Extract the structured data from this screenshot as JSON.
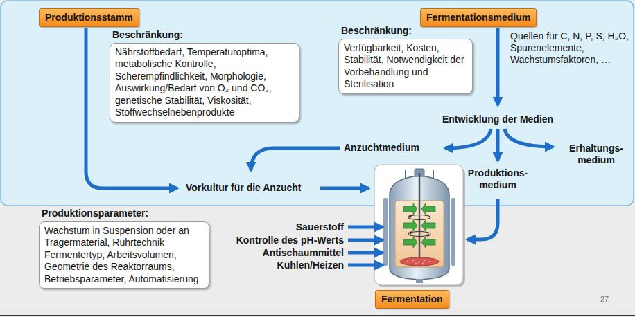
{
  "diagram": {
    "nodes": [
      {
        "text": [
          "Produktionsstamm"
        ]
      },
      {
        "text": [
          "Fermentationsmedium"
        ]
      },
      {
        "text": [
          "Beschränkung:",
          "Nährstoffbedarf, Temperaturoptima, metabolische Kontrolle, Scherempfindlichkeit, Morphologie, Auswirkung/Bedarf von O₂ und CO₂, genetische Stabilität, Viskosität, Stoffwechselnebenprodukte"
        ]
      },
      {
        "text": [
          "Beschränkung:",
          "Verfügbarkeit, Kosten, Stabilität, Notwendigkeit der Vorbehandlung und Sterilisation"
        ]
      },
      {
        "text": [
          "Produktionsparameter:",
          "Wachstum in Suspension oder an Trägermaterial, Rührtechnik Fermentertyp, Arbeitsvolumen, Geometrie des Reaktorraums, Betriebsparameter, Automatisierung"
        ]
      },
      {
        "text": [
          "Fermentation"
        ]
      }
    ],
    "labels": [
      "Quellen für C, N, P, S, H₂O, Spurenelemente, Wachstumsfaktoren, …",
      "Entwicklung der Medien",
      "Anzuchtmedium",
      "Erhaltungs- medium",
      "Produktions- medium",
      "Vorkultur für die Anzucht",
      "Sauerstoff",
      "Kontrolle des pH-Werts",
      "Antischaummittel",
      "Kühlen/Heizen",
      "27"
    ]
  }
}
